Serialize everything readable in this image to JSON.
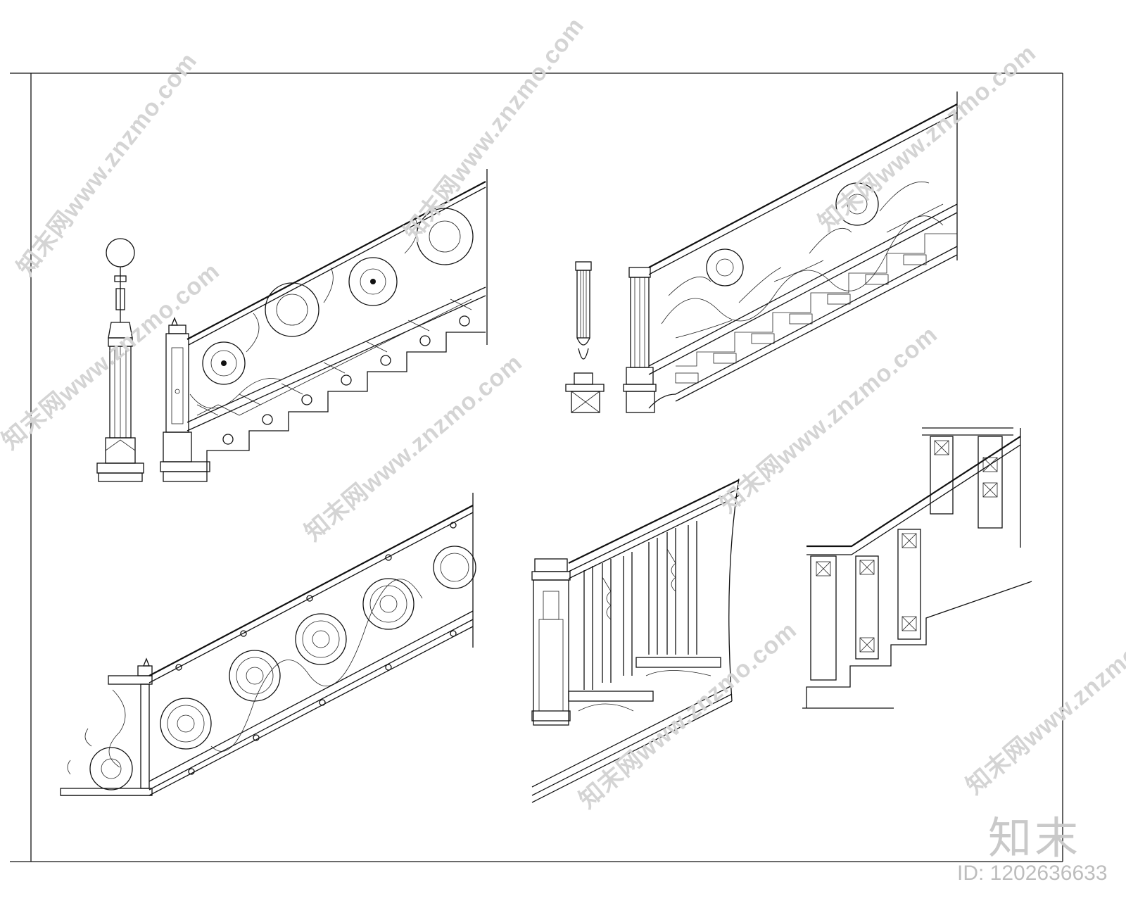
{
  "watermark": {
    "text": "知末网www.znzmo.com"
  },
  "brand": {
    "logo_text": "知末",
    "id_text": "ID: 1202636633"
  },
  "drawings": [
    {
      "name": "wrought-iron-scroll-railing-with-lamp-post"
    },
    {
      "name": "acanthus-leaf-iron-railing-with-column"
    },
    {
      "name": "rosette-medallion-iron-railing"
    },
    {
      "name": "turned-wood-baluster-railing"
    },
    {
      "name": "square-lattice-panel-railing"
    }
  ],
  "colors": {
    "line": "#111111",
    "watermark": "#d4d4d4",
    "background": "#ffffff"
  }
}
